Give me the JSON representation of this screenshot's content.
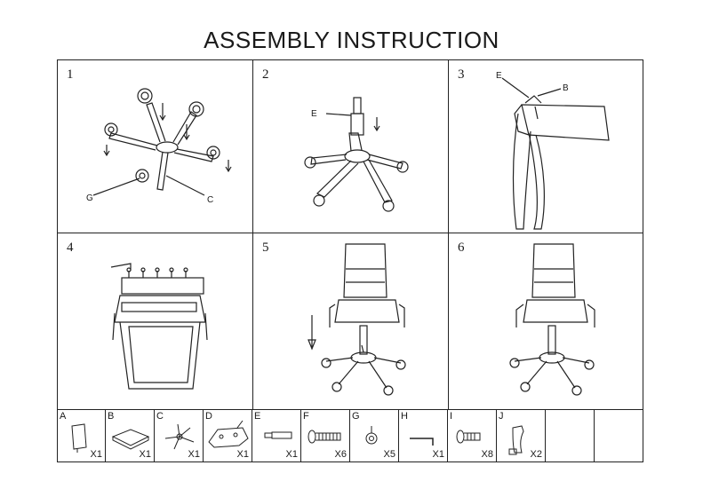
{
  "title": "ASSEMBLY INSTRUCTION",
  "steps": [
    {
      "number": "1",
      "labels": [
        "G",
        "C"
      ]
    },
    {
      "number": "2",
      "labels": [
        "E"
      ]
    },
    {
      "number": "3",
      "labels": [
        "E",
        "B"
      ]
    },
    {
      "number": "4",
      "labels": []
    },
    {
      "number": "5",
      "labels": []
    },
    {
      "number": "6",
      "labels": []
    }
  ],
  "parts": [
    {
      "letter": "A",
      "qty": "X1",
      "icon": "chair-back-icon"
    },
    {
      "letter": "B",
      "qty": "X1",
      "icon": "seat-cushion-icon"
    },
    {
      "letter": "C",
      "qty": "X1",
      "icon": "star-base-icon"
    },
    {
      "letter": "D",
      "qty": "X1",
      "icon": "mechanism-plate-icon"
    },
    {
      "letter": "E",
      "qty": "X1",
      "icon": "gas-lift-icon"
    },
    {
      "letter": "F",
      "qty": "X6",
      "icon": "long-bolt-icon"
    },
    {
      "letter": "G",
      "qty": "X5",
      "icon": "caster-wheel-icon"
    },
    {
      "letter": "H",
      "qty": "X1",
      "icon": "allen-key-icon"
    },
    {
      "letter": "I",
      "qty": "X8",
      "icon": "short-bolt-icon"
    },
    {
      "letter": "J",
      "qty": "X2",
      "icon": "armrest-icon"
    },
    {
      "letter": "",
      "qty": ""
    },
    {
      "letter": "",
      "qty": ""
    }
  ]
}
